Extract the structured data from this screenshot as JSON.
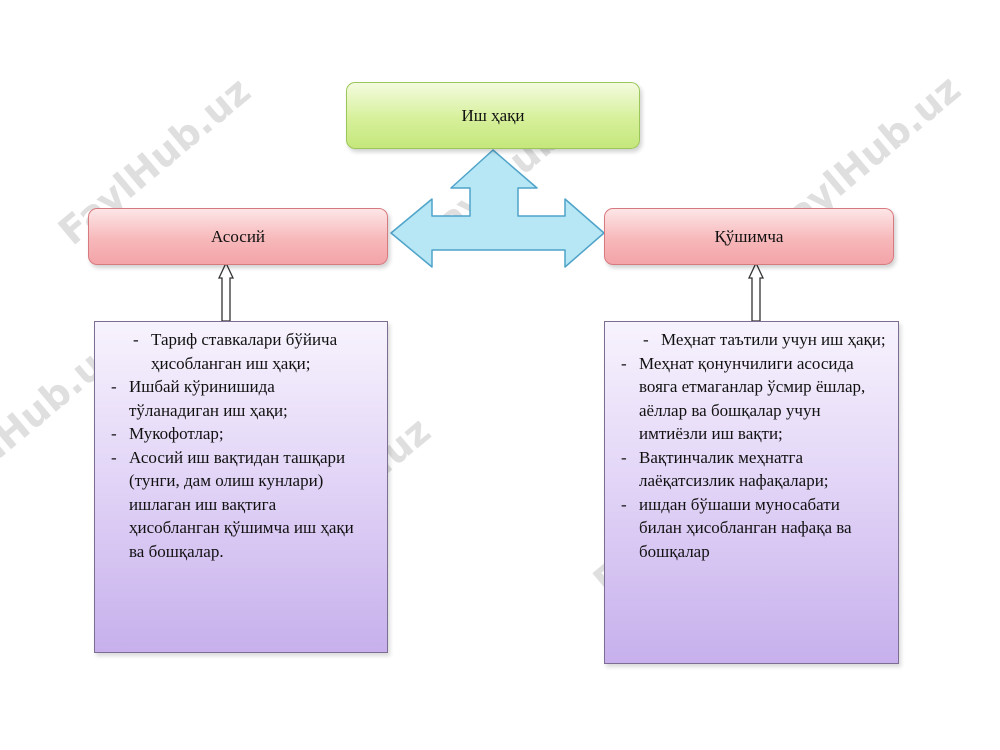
{
  "watermark": "FaylHub.uz",
  "top": {
    "label": "Иш ҳақи"
  },
  "left": {
    "label": "Асосий"
  },
  "right": {
    "label": "Қўшимча"
  },
  "left_list": [
    "Тариф ставкалари бўйича ҳисобланган иш ҳақи;",
    "Ишбай кўринишида тўланадиган иш ҳақи;",
    "Мукофотлар;",
    "Асосий иш вақтидан ташқари (тунги, дам олиш кунлари) ишлаган иш вақтига ҳисобланган қўшимча иш ҳақи ва бошқалар."
  ],
  "right_list": [
    "Меҳнат таътили учун иш ҳақи;",
    "Меҳнат қонунчилиги асосида вояга етмаганлар ўсмир ёшлар, аёллар ва бошқалар учун имтиёзли иш вақти;",
    "Вақтинчалик меҳнатга лаёқатсизлик нафақалари;",
    "ишдан бўшаши муносабати билан ҳисобланган нафақа ва бошқалар"
  ],
  "dash": "-",
  "colors": {
    "top_fill": "#d6f09a",
    "mid_fill": "#f7b8ba",
    "list_fill": "#e3d6f7",
    "arrow_fill": "#b7e6f4",
    "arrow_stroke": "#4fa3c9"
  }
}
